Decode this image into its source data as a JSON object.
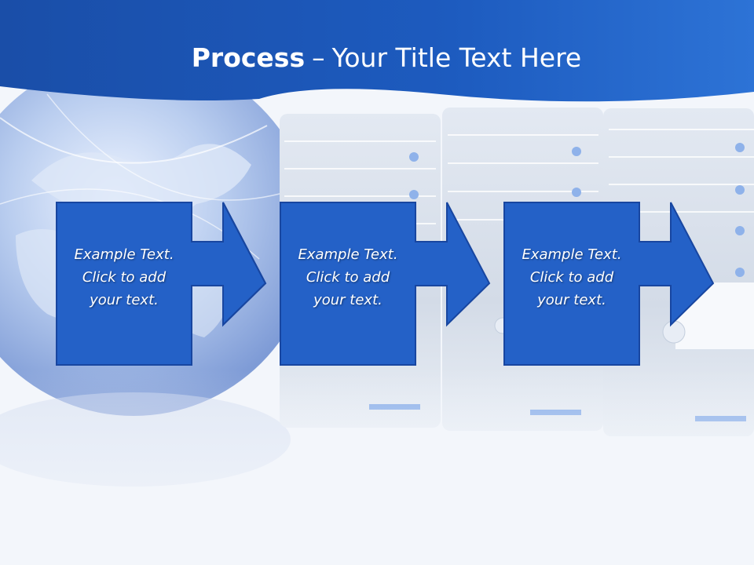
{
  "title": {
    "bold": "Process",
    "separator": "–",
    "rest": "Your Title Text Here"
  },
  "steps": [
    {
      "lines": [
        "Example Text.",
        "Click  to add",
        "your text."
      ]
    },
    {
      "lines": [
        "Example Text.",
        "Click  to add",
        "your text."
      ]
    },
    {
      "lines": [
        "Example Text.",
        "Click  to add",
        "your text."
      ]
    }
  ],
  "colors": {
    "header_blue": "#1d5bbf",
    "box_blue": "#2461c7",
    "box_border": "#1846a0"
  }
}
